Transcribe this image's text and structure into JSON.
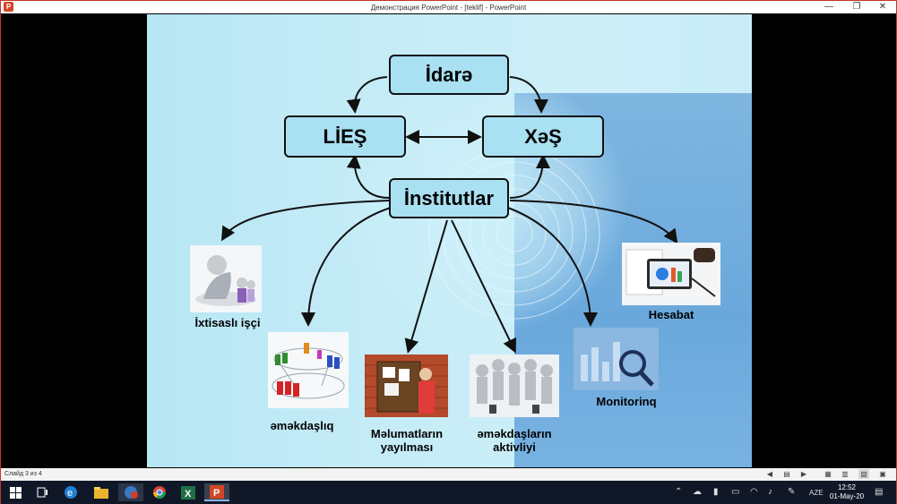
{
  "window": {
    "title": "Демонстрация PowerPoint - [teklif] - PowerPoint",
    "app_icon": "P",
    "minimize_icon": "—",
    "restore_icon": "❐",
    "close_icon": "✕"
  },
  "diagram": {
    "nodes": {
      "top": "İdarə",
      "left": "LİEŞ",
      "right": "XəŞ",
      "center": "İnstitutlar"
    },
    "outputs": [
      {
        "label": "İxtisaslı işçi"
      },
      {
        "label": "əməkdaşlıq"
      },
      {
        "label_line1": "Məlumatların",
        "label_line2": "yayılması"
      },
      {
        "label_line1": "əməkdaşların",
        "label_line2": "aktivliyi"
      },
      {
        "label": "Monitorinq"
      },
      {
        "label": "Hesabat"
      }
    ]
  },
  "statusbar": {
    "slide_count": "Слайд 3 из 4",
    "prev_icon": "◀",
    "next_icon": "▶"
  },
  "taskbar": {
    "language": "AZE",
    "time": "12:52",
    "date": "01-May-20",
    "excel_label": "X",
    "ppt_label": "P"
  },
  "colors": {
    "accent": "#c2372b",
    "box_fill": "#a9e0f2",
    "taskbar": "#101828"
  }
}
